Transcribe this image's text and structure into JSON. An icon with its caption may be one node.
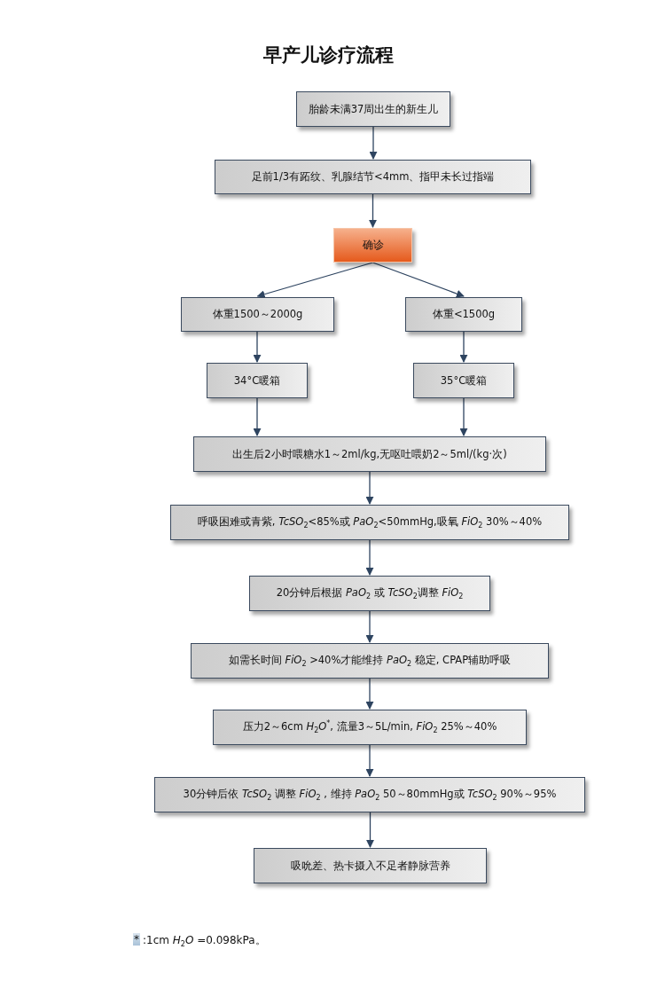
{
  "diagram": {
    "title": "早产儿诊疗流程",
    "nodes": [
      {
        "text": [
          "胎龄未满37周出生的新生儿"
        ]
      },
      {
        "text": [
          "足前1/3有跖纹、乳腺结节<4mm、指甲未长过指端"
        ]
      },
      {
        "text": [
          "确诊"
        ]
      },
      {
        "text": [
          "体重1500～2000g"
        ]
      },
      {
        "text": [
          "体重<1500g"
        ]
      },
      {
        "text": [
          "34°C暖箱"
        ]
      },
      {
        "text": [
          "35°C暖箱"
        ]
      },
      {
        "text": [
          "出生后2小时喂糖水1～2ml/kg,无呕吐喂奶2～5ml/(kg·次)"
        ]
      },
      {
        "text": [
          "呼吸困难或青紫, *TcSO*$_{2}$<85%或 *PaO*$_{2}$<50mmHg,吸氧 *FiO*$_{2}$ 30%～40%"
        ]
      },
      {
        "text": [
          "20分钟后根据 *PaO*$_{2}$ 或 *TcSO*$_{2}$调整 *FiO*$_{2}$"
        ]
      },
      {
        "text": [
          "如需长时间 *FiO*$_{2}$ >40%才能维持 *PaO*$_{2}$ 稳定, CPAP辅助呼吸"
        ]
      },
      {
        "text": [
          "压力2～6cm *H*$_{2}$*O*$^{*}$, 流量3～5L/min, *FiO*$_{2}$ 25%～40%"
        ]
      },
      {
        "text": [
          "30分钟后依 *TcSO*$_{2}$ 调整 *FiO*$_{2}$ , 维持 *PaO*$_{2}$ 50～80mmHg或 *TcSO*$_{2}$ 90%～95%"
        ]
      },
      {
        "text": [
          "吸吮差、热卡摄入不足者静脉营养"
        ]
      }
    ],
    "edges": [
      {
        "from": 0,
        "to": 1,
        "arrow": "to"
      },
      {
        "from": 1,
        "to": 2,
        "arrow": "to"
      },
      {
        "from": 2,
        "to": 3,
        "arrow": "to"
      },
      {
        "from": 2,
        "to": 4,
        "arrow": "to"
      },
      {
        "from": 3,
        "to": 5,
        "arrow": "to"
      },
      {
        "from": 4,
        "to": 6,
        "arrow": "to"
      },
      {
        "from": 5,
        "to": 7,
        "arrow": "to"
      },
      {
        "from": 6,
        "to": 7,
        "arrow": "to"
      },
      {
        "from": 7,
        "to": 8,
        "arrow": "to"
      },
      {
        "from": 8,
        "to": 9,
        "arrow": "to"
      },
      {
        "from": 9,
        "to": 10,
        "arrow": "to"
      },
      {
        "from": 10,
        "to": 11,
        "arrow": "to"
      },
      {
        "from": 11,
        "to": 12,
        "arrow": "to"
      },
      {
        "from": 12,
        "to": 13,
        "arrow": "to"
      }
    ],
    "labels": [
      "*",
      ":1cm *H*$_{2}$*O* =0.098kPa。"
    ]
  }
}
